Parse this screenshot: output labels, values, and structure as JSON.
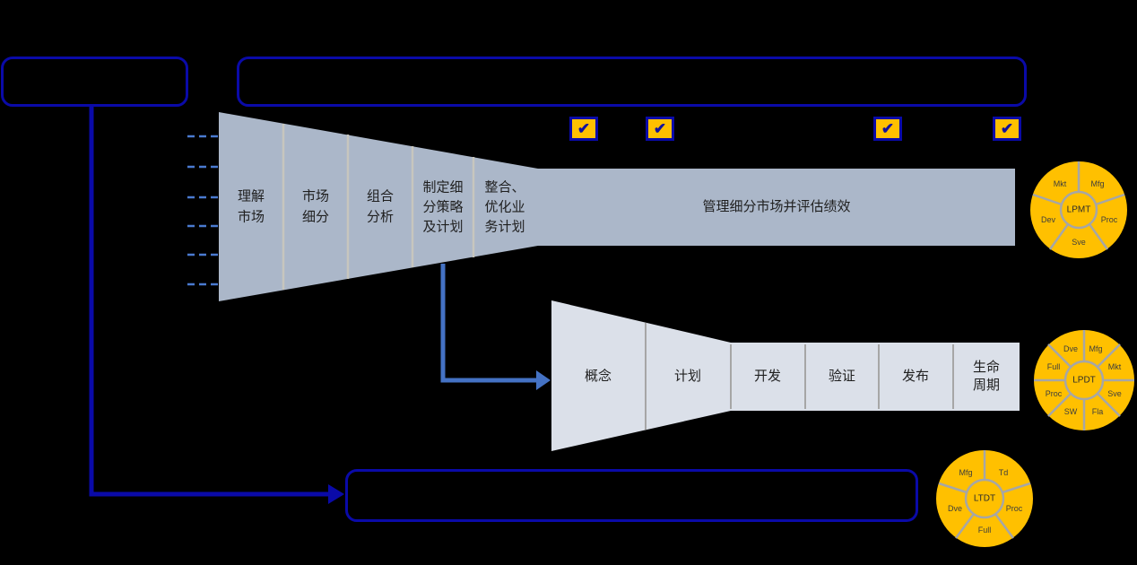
{
  "colors": {
    "background": "#000000",
    "navy": "#0A0AA8",
    "blue_arrow": "#4472C4",
    "dashed_line": "#4A7AD0",
    "funnel1_fill": "#ABB7C9",
    "funnel1_divider": "#C7C6BE",
    "funnel2_fill": "#DBE0E9",
    "funnel2_divider": "#A6A6A6",
    "pie_fill": "#FFC000",
    "pie_divider": "#A6A6A6",
    "check_bg": "#FFC000",
    "check_mark": "#12129E",
    "text": "#1F1F1F"
  },
  "market_funnel": {
    "stages": [
      "理解\n市场",
      "市场\n细分",
      "组合\n分析",
      "制定细\n分策略\n及计划",
      "整合、\n优化业\n务计划"
    ],
    "manage_bar": "管理细分市场并评估绩效",
    "checkmark": "✔"
  },
  "ipd_funnel": {
    "stages": [
      "概念",
      "计划",
      "开发",
      "验证",
      "发布",
      "生命\n周期"
    ]
  },
  "teams": [
    {
      "center": "LPMT",
      "segments": [
        "Mfg",
        "Proc",
        "Sve",
        "Dev",
        "Mkt"
      ]
    },
    {
      "center": "LPDT",
      "segments": [
        "Mfg",
        "Mkt",
        "Sve",
        "Fla",
        "SW",
        "Proc",
        "Full",
        "Dve"
      ]
    },
    {
      "center": "LTDT",
      "segments": [
        "Td",
        "Proc",
        "Full",
        "Dve",
        "Mfg"
      ]
    }
  ]
}
